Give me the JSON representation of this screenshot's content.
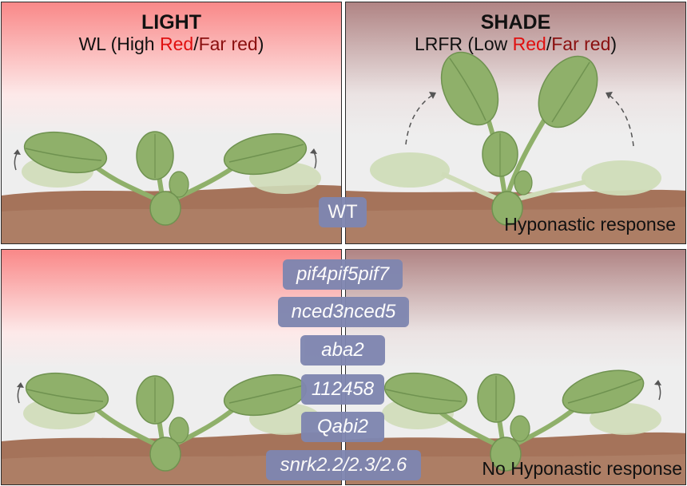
{
  "panels": {
    "light": {
      "heading": "LIGHT",
      "sub_prefix": "WL (High ",
      "sub_red": "Red",
      "sub_slash": "/",
      "sub_farred": "Far red",
      "sub_suffix": ")"
    },
    "shade": {
      "heading": "SHADE",
      "sub_prefix": "LRFR (Low ",
      "sub_red": "Red",
      "sub_slash": "/",
      "sub_farred": "Far red",
      "sub_suffix": ")"
    }
  },
  "responses": {
    "top": "Hyponastic response",
    "bottom": "No Hyponastic response"
  },
  "genotypes": {
    "wild_type": "WT",
    "mutants": [
      "pif4pif5pif7",
      "nced3nced5",
      "aba2",
      "112458",
      "Qabi2",
      "snrk2.2/2.3/2.6"
    ]
  },
  "colors": {
    "light_sky": "#f98888",
    "shade_sky": "#b08484",
    "soil": "#a5735a",
    "leaf": "#8fb06a",
    "leaf_faded": "#cfdcb8",
    "label_bg": "#7f86b0",
    "red_text": "#e01010",
    "far_red_text": "#8a0f0f"
  }
}
